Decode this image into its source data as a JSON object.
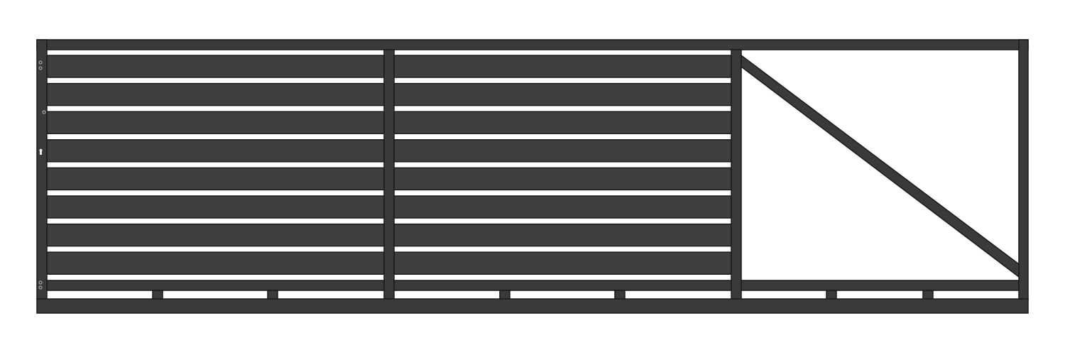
{
  "gate": {
    "panels_filled": 2,
    "panel_open_with_brace": 1,
    "slats_per_panel": 8,
    "colors": {
      "frame": "#3a3a3a",
      "outline": "#1a1a1a",
      "slat": "#3f3f3f",
      "background": "#ffffff"
    }
  }
}
